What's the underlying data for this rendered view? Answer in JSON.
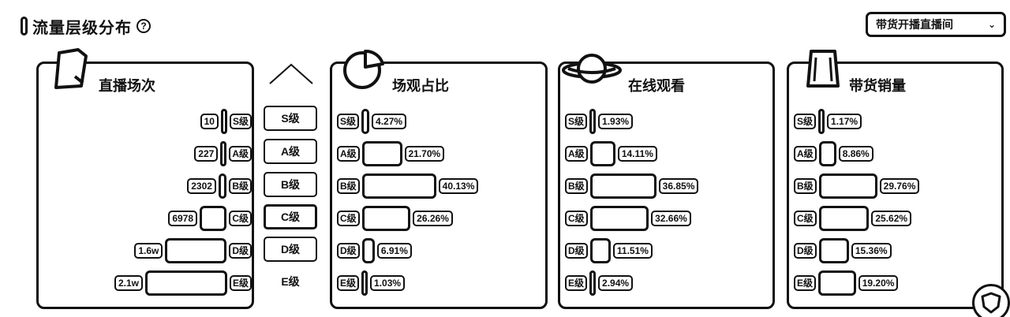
{
  "header": {
    "title": "流量层级分布",
    "help_icon": "question-circle-icon"
  },
  "filter": {
    "selected": "带货开播直播间",
    "chevron_icon": "chevron-down-icon"
  },
  "levels": [
    "S级",
    "A级",
    "B级",
    "C级",
    "D级",
    "E级"
  ],
  "tabs": [
    "S级",
    "A级",
    "B级",
    "C级",
    "D级",
    "E级"
  ],
  "panels": {
    "live_sessions": {
      "title": "直播场次",
      "icon": "clipboard-icon",
      "values": [
        "10",
        "227",
        "2302",
        "6978",
        "1.6w",
        "2.1w"
      ],
      "fractions": [
        0.02,
        0.04,
        0.1,
        0.33,
        0.75,
        1.0
      ]
    },
    "view_share": {
      "title": "场观占比",
      "icon": "pie-chart-icon",
      "values": [
        "4.27%",
        "21.70%",
        "40.13%",
        "26.26%",
        "6.91%",
        "1.03%"
      ],
      "fractions": [
        0.0427,
        0.217,
        0.4013,
        0.2626,
        0.0691,
        0.0103
      ]
    },
    "online_watch": {
      "title": "在线观看",
      "icon": "planet-icon",
      "values": [
        "1.93%",
        "14.11%",
        "36.85%",
        "32.66%",
        "11.51%",
        "2.94%"
      ],
      "fractions": [
        0.0193,
        0.1411,
        0.3685,
        0.3266,
        0.1151,
        0.0294
      ]
    },
    "sales": {
      "title": "带货销量",
      "icon": "shopping-bag-icon",
      "values": [
        "1.17%",
        "8.86%",
        "29.76%",
        "25.62%",
        "15.36%",
        "19.20%"
      ],
      "fractions": [
        0.0117,
        0.0886,
        0.2976,
        0.2562,
        0.1536,
        0.192
      ]
    }
  },
  "float_button": {
    "icon": "shield-icon"
  }
}
